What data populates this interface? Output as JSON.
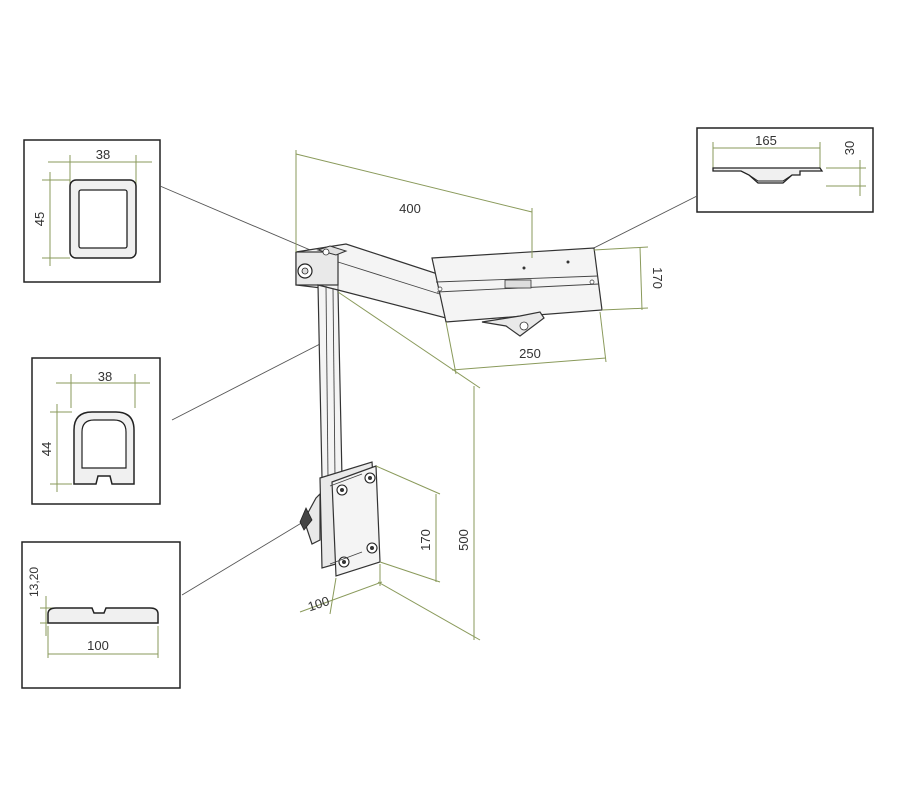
{
  "diagram": {
    "dimensions": {
      "arm_length": "400",
      "plate_depth": "250",
      "plate_width": "170",
      "vertical_height": "500",
      "clamp_height": "170",
      "clamp_width": "100"
    },
    "details": {
      "square_tube": {
        "width": "38",
        "height": "45"
      },
      "rounded_profile": {
        "width": "38",
        "height": "44"
      },
      "base_profile": {
        "width": "100",
        "height": "13,20"
      },
      "top_plate_profile": {
        "width": "165",
        "height": "30"
      }
    },
    "colors": {
      "dimension_lines": "#8a9a5b",
      "outline": "#222222"
    }
  }
}
